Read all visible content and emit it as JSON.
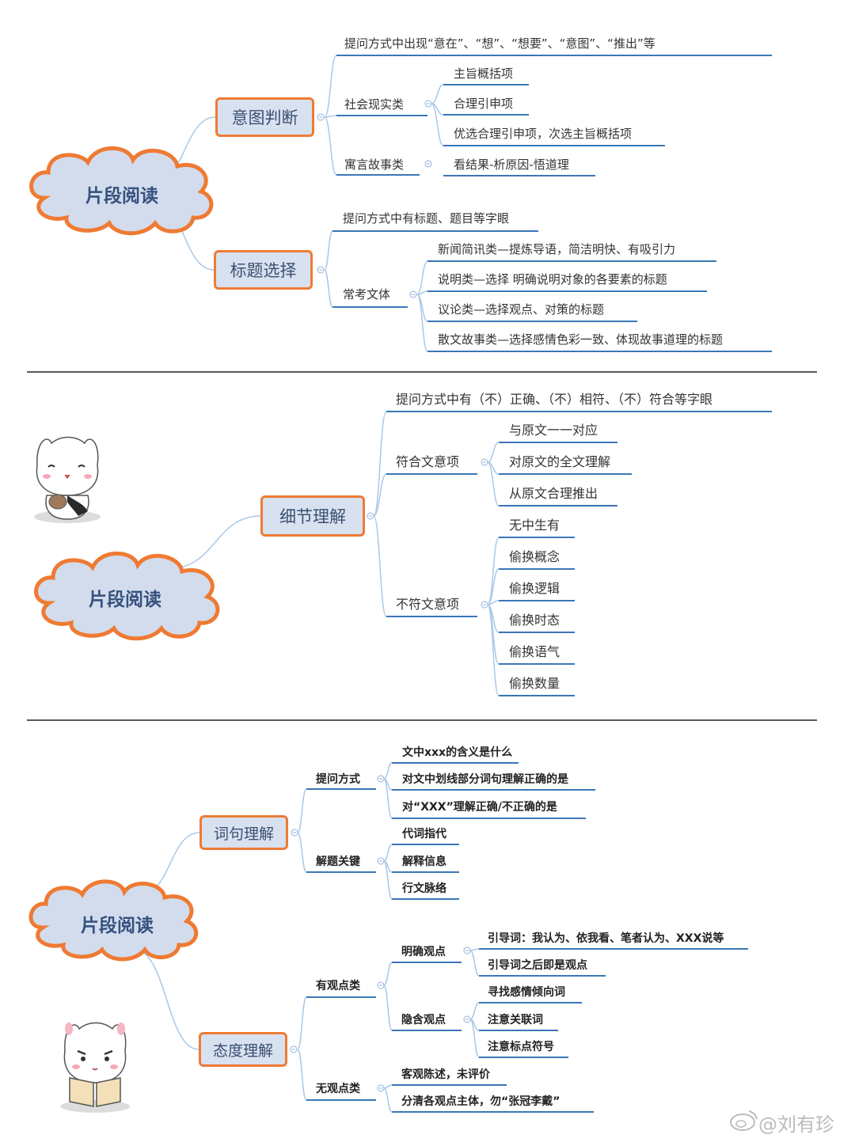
{
  "colors": {
    "branch_line": "#a9c8e8",
    "underline": "#3a77b8",
    "box_border": "#ee7b34",
    "box_fill": "#d8e1ef",
    "cloud_border": "#ef7a33",
    "cloud_fill": "#d2dcec",
    "separator": "#222222"
  },
  "section1": {
    "center": "片段阅读",
    "intent": {
      "label": "意图判断",
      "question_way": "提问方式中出现“意在”、“想”、“想要”、“意图”、“推出”等",
      "social": {
        "label": "社会现实类",
        "items": [
          "主旨概括项",
          "合理引申项",
          "优选合理引申项，次选主旨概括项"
        ]
      },
      "fable": {
        "label": "寓言故事类",
        "items": [
          "看结果-析原因-悟道理"
        ]
      }
    },
    "title_choice": {
      "label": "标题选择",
      "question_way": "提问方式中有标题、题目等字眼",
      "common": {
        "label": "常考文体",
        "items": [
          "新闻简讯类—提炼导语，简洁明快、有吸引力",
          "说明类—选择 明确说明对象的各要素的标题",
          "议论类—选择观点、对策的标题",
          "散文故事类—选择感情色彩一致、体现故事道理的标题"
        ]
      }
    }
  },
  "section2": {
    "center": "片段阅读",
    "detail": {
      "label": "细节理解",
      "question_way": "提问方式中有（不）正确、（不）相符、（不）符合等字眼",
      "match": {
        "label": "符合文意项",
        "items": [
          "与原文一一对应",
          "对原文的全文理解",
          "从原文合理推出"
        ]
      },
      "mismatch": {
        "label": "不符文意项",
        "items": [
          "无中生有",
          "偷换概念",
          "偷换逻辑",
          "偷换时态",
          "偷换语气",
          "偷换数量"
        ]
      }
    }
  },
  "section3": {
    "center": "片段阅读",
    "word": {
      "label": "词句理解",
      "ask": {
        "label": "提问方式",
        "items": [
          "文中xxx的含义是什么",
          "对文中划线部分词句理解正确的是",
          "对“XXX”理解正确/不正确的是"
        ]
      },
      "key": {
        "label": "解题关键",
        "items": [
          "代词指代",
          "解释信息",
          "行文脉络"
        ]
      }
    },
    "attitude": {
      "label": "态度理解",
      "has_view": {
        "label": "有观点类",
        "clear": {
          "label": "明确观点",
          "items": [
            "引导词：我认为、依我看、笔者认为、XXX说等",
            "引导词之后即是观点"
          ]
        },
        "hidden": {
          "label": "隐含观点",
          "items": [
            "寻找感情倾向词",
            "注意关联词",
            "注意标点符号"
          ]
        }
      },
      "no_view": {
        "label": "无观点类",
        "items": [
          "客观陈述，未评价",
          "分清各观点主体，勿“张冠李戴”"
        ]
      }
    }
  },
  "watermark": "@刘有珍",
  "icons": [
    "collapse-icon",
    "cat-mascot-icon",
    "weibo-logo-icon"
  ]
}
